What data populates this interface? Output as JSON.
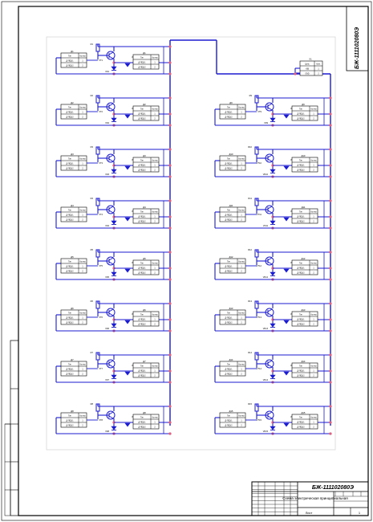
{
  "sheet": {
    "document_code": "БЖ-111102080Э",
    "document_code_rotated": "БЖ-111102080Э"
  },
  "title_block": {
    "drawing_title": "Схема электрическая принципиальная",
    "sheet_label": "Лист",
    "sheet_number": "1"
  },
  "cell_table": {
    "col_type": "Тип",
    "col_value": "Кол-во"
  },
  "cells": [
    {
      "id": "Д1",
      "rows": [
        [
          "Д-ЛЕД-1",
          "1"
        ],
        [
          "Д-ЛЕД-2",
          "2"
        ]
      ]
    },
    {
      "id": "Д2",
      "rows": [
        [
          "Д-ЛЕД-1",
          "1"
        ],
        [
          "Д-ЛЕД-2",
          "2"
        ]
      ]
    },
    {
      "id": "Д3",
      "rows": [
        [
          "Д-ЛЕД-1",
          "1"
        ],
        [
          "Д-ЛЕД-2",
          "2"
        ]
      ]
    },
    {
      "id": "Д4",
      "rows": [
        [
          "Д-ЛЕД-1",
          "1"
        ],
        [
          "Д-ЛЕД-2",
          "2"
        ]
      ]
    },
    {
      "id": "Д5",
      "rows": [
        [
          "Д-ЛЕД-1",
          "1"
        ],
        [
          "Д-ЛЕД-2",
          "2"
        ]
      ]
    },
    {
      "id": "Д6",
      "rows": [
        [
          "Д-ЛЕД-1",
          "1"
        ],
        [
          "Д-ЛЕД-2",
          "2"
        ]
      ]
    },
    {
      "id": "Д7",
      "rows": [
        [
          "Д-ЛЕД-1",
          "1"
        ],
        [
          "Д-ЛЕД-2",
          "2"
        ]
      ]
    },
    {
      "id": "Д8",
      "rows": [
        [
          "Д-ЛЕД-1",
          "1"
        ],
        [
          "Д-ЛЕД-2",
          "2"
        ]
      ]
    },
    {
      "id": "Д9",
      "rows": [
        [
          "Д-ЛЕД-1",
          "1"
        ],
        [
          "Д-ЛЕД-2",
          "2"
        ]
      ]
    },
    {
      "id": "Д10",
      "rows": [
        [
          "Д-ЛЕД-1",
          "1"
        ],
        [
          "Д-ЛЕД-2",
          "2"
        ]
      ]
    },
    {
      "id": "Д11",
      "rows": [
        [
          "Д-ЛЕД-1",
          "1"
        ],
        [
          "Д-ЛЕД-2",
          "2"
        ]
      ]
    },
    {
      "id": "Д12",
      "rows": [
        [
          "Д-ЛЕД-1",
          "1"
        ],
        [
          "Д-ЛЕД-2",
          "2"
        ]
      ]
    },
    {
      "id": "Д13",
      "rows": [
        [
          "Д-ЛЕД-1",
          "1"
        ],
        [
          "Д-ЛЕД-2",
          "2"
        ]
      ]
    },
    {
      "id": "Д14",
      "rows": [
        [
          "Д-ЛЕД-1",
          "1"
        ],
        [
          "Д-ЛЕД-2",
          "2"
        ]
      ]
    },
    {
      "id": "Д15",
      "rows": [
        [
          "Д-ЛЕД-1",
          "1"
        ],
        [
          "Д-ЛЕД-2",
          "2"
        ]
      ]
    },
    {
      "id": "Д16",
      "rows": [
        [
          "Д-ЛЕД-1",
          "1"
        ],
        [
          "Д-ЛЕД-2",
          "2"
        ]
      ]
    }
  ],
  "connector": {
    "id": "Х1",
    "rows": [
      [
        "Цепь",
        "Конт."
      ],
      [
        "+5В",
        "1"
      ],
      [
        "GND",
        "2"
      ]
    ]
  },
  "colors": {
    "wire": "#1b1bd0",
    "node": "#e0607e",
    "frame": "#000000",
    "field_border": "#d8d8d8"
  }
}
